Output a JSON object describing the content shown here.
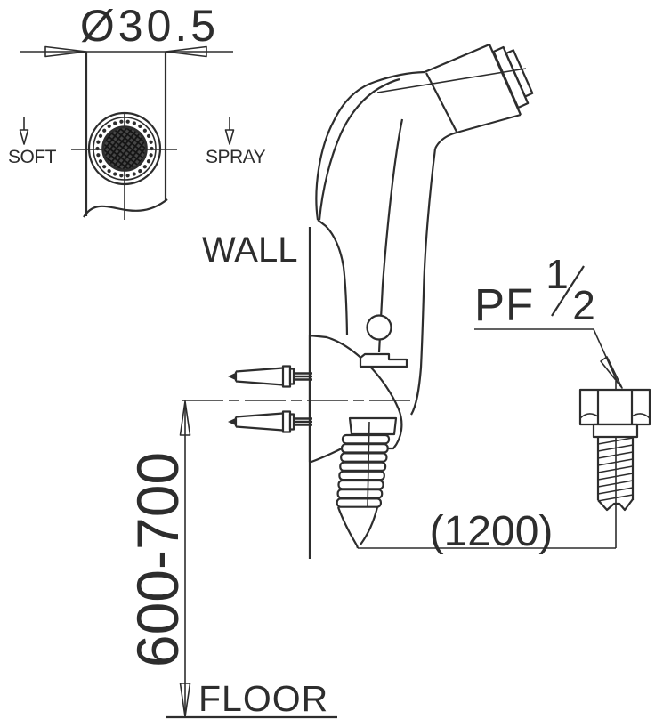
{
  "colors": {
    "background": "#ffffff",
    "ink": "#2d2d2d"
  },
  "labels": {
    "diameter": "Ø30.5",
    "soft": "SOFT",
    "spray": "SPRAY",
    "wall": "WALL",
    "thread_prefix": "PF",
    "thread_numerator": "1",
    "thread_denominator": "2",
    "hose_length": "(1200)",
    "mounting_height": "600-700",
    "floor": "FLOOR"
  }
}
